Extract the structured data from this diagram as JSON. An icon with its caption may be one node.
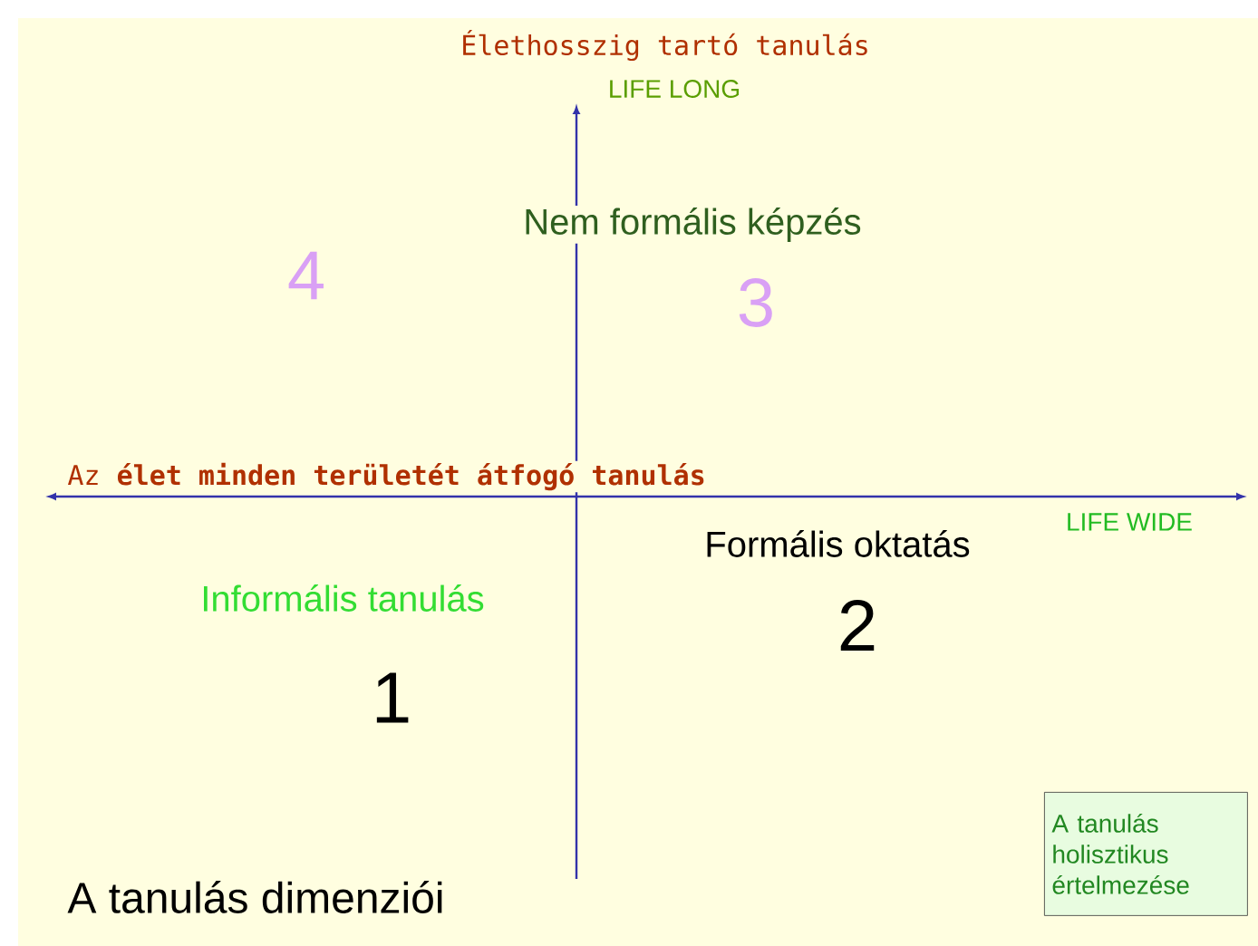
{
  "diagram": {
    "title": "A tanulás dimenziói",
    "nodes": [
      {
        "text": [
          "A tanulás holisztikus értelmezése"
        ]
      }
    ],
    "labels": [
      "Élethosszig tartó tanulás",
      "LIFE LONG",
      "Nem formális képzés",
      "4",
      "3",
      "Az **élet minden területét átfogó tanulás**",
      "LIFE WIDE",
      "Formális oktatás",
      "Informális tanulás",
      "2",
      "1"
    ]
  }
}
